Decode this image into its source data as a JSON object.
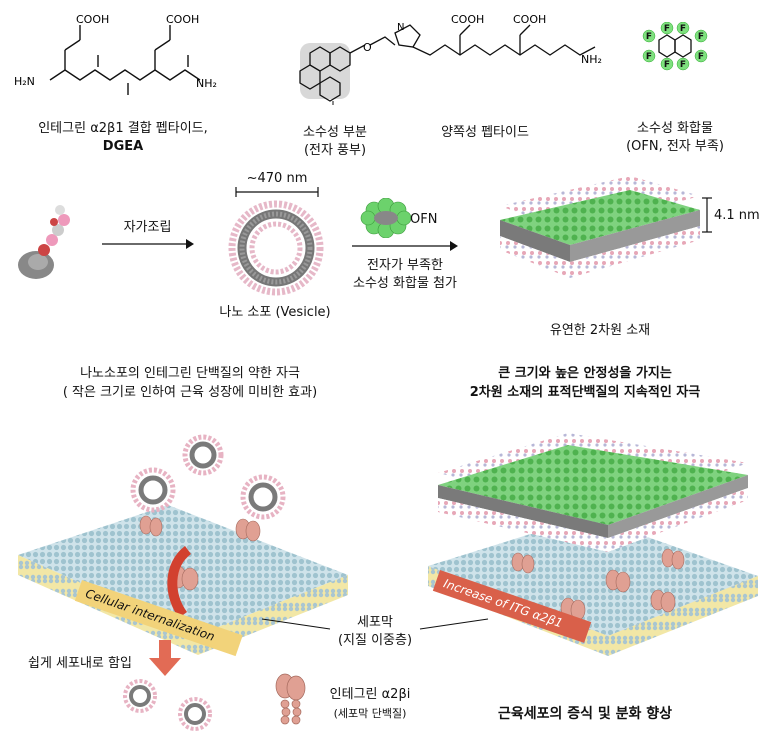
{
  "top": {
    "peptide_name": "인테그린 α2β1 결합 펩타이드,",
    "peptide_code": "DGEA",
    "hydrophobic_part": "소수성 부분",
    "electron_rich": "(전자 풍부)",
    "amphiphilic_peptide": "양쪽성 펩타이드",
    "hydrophobic_compound": "소수성 화합물",
    "ofn_desc": "(OFN, 전자 부족)",
    "atom_labels": {
      "cooh": "COOH",
      "h2n": "H₂N",
      "nh2": "NH₂",
      "f": "F",
      "h": "H",
      "n": "N",
      "o": "O"
    }
  },
  "middle": {
    "self_assembly": "자가조립",
    "size_label": "~470 nm",
    "vesicle_label": "나노 소포 (Vesicle)",
    "ofn_label": "OFN",
    "add_ofn_line1": "전자가 부족한",
    "add_ofn_line2": "소수성 화합물 첨가",
    "thickness": "4.1 nm",
    "sheet_label": "유연한 2차원 소재"
  },
  "left_panel": {
    "title_line1": "나노소포의 인테그린 단백질의 약한 자극",
    "title_line2": "( 작은 크기로 인하여 근육 성장에 미비한 효과)",
    "banner": "Cellular internalization",
    "internalize_label": "쉽게 세포내로 함입"
  },
  "right_panel": {
    "title_line1": "큰 크기와 높은 안정성을 가지는",
    "title_line2": "2차원 소재의 표적단백질의 지속적인 자극",
    "banner": "Increase of ITG α2β1",
    "result": "근육세포의 증식 및 분화 향상"
  },
  "center": {
    "membrane_line1": "세포막",
    "membrane_line2": "(지질 이중층)",
    "integrin_line1": "인테그린 α2βi",
    "integrin_line2": "(세포막 단백질)"
  }
}
